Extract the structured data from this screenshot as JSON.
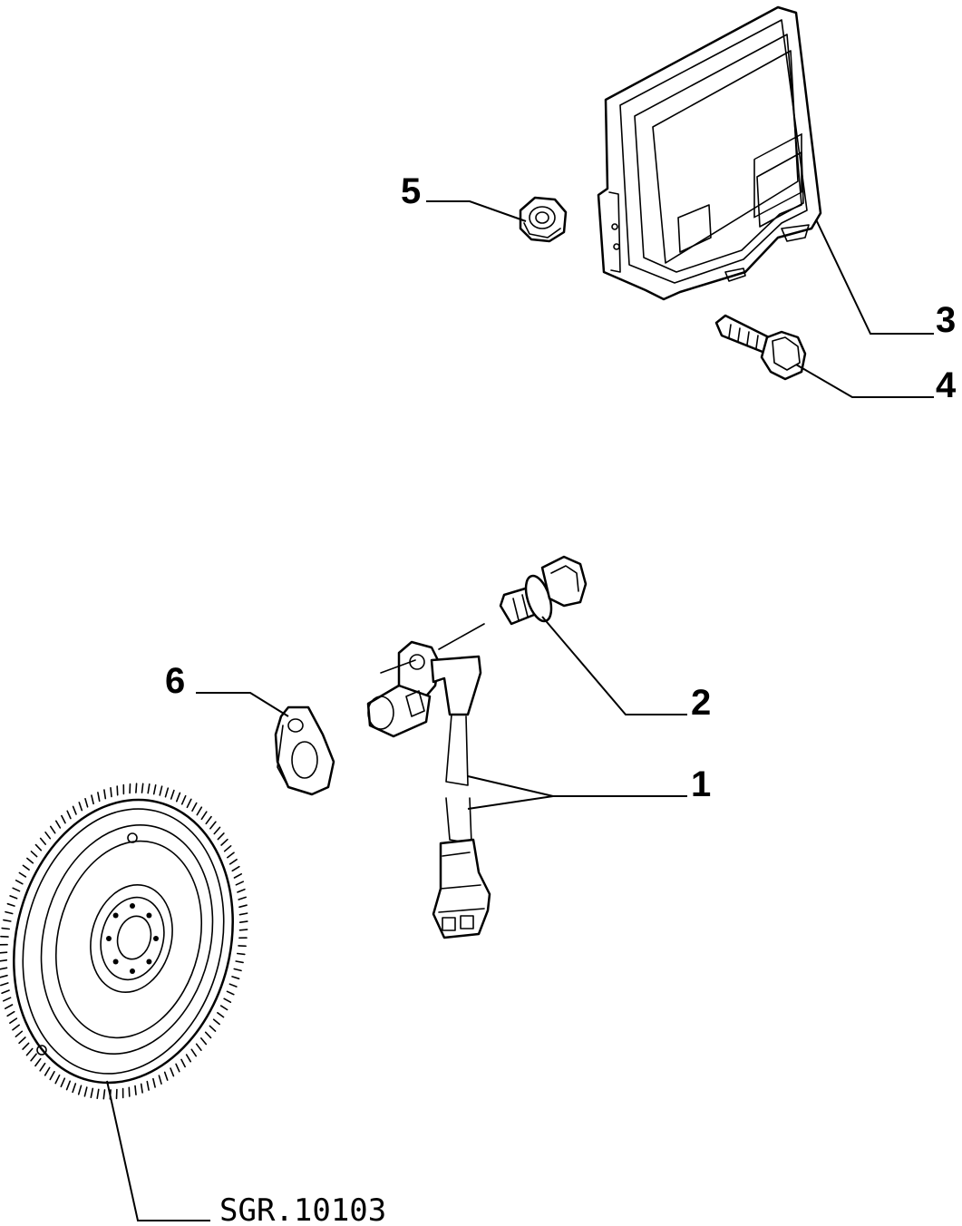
{
  "callouts": {
    "c1": "1",
    "c2": "2",
    "c3": "3",
    "c4": "4",
    "c5": "5",
    "c6": "6"
  },
  "reference_code": "SGR.10103"
}
